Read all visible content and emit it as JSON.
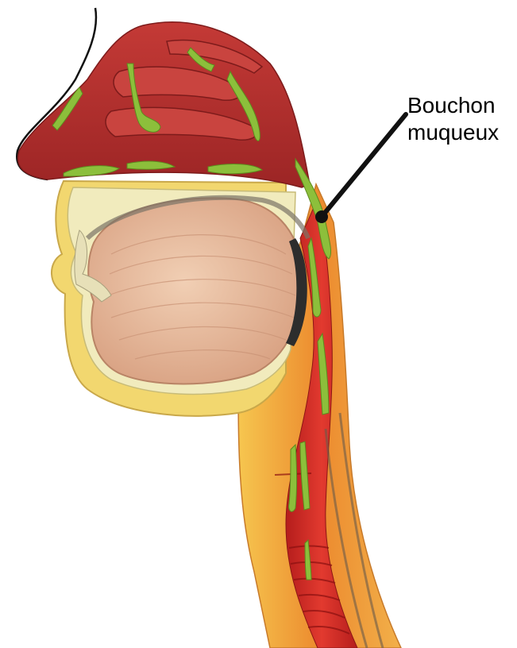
{
  "annotation": {
    "line1": "Bouchon",
    "line2": "muqueux"
  },
  "colors": {
    "background": "#ffffff",
    "nasal_tissue": "#b92f2f",
    "mucus": "#8fbf3a",
    "tongue": "#e3b596",
    "bone": "#eee6a4",
    "skin": "#f2d36b",
    "neck_tissue": "#e98a32",
    "trachea": "#d7322a",
    "label_text": "#000000"
  },
  "icons": [
    "pointer-line",
    "mucus-plug-dot"
  ]
}
